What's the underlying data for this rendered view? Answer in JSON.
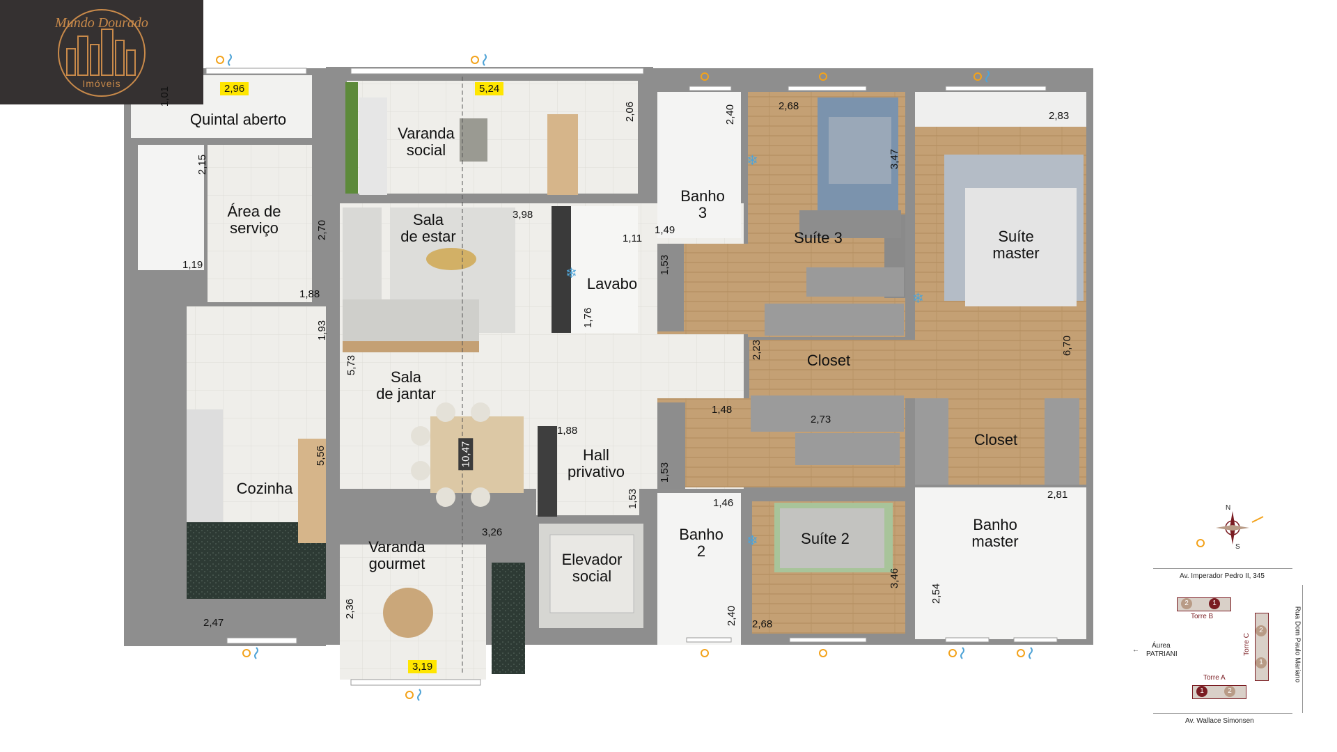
{
  "brand": {
    "name": "Mundo Dourado",
    "sub": "Imóveis",
    "accent": "#c98a4a",
    "bg": "#353131"
  },
  "rooms": {
    "quintal": "Quintal aberto",
    "varanda_social": "Varanda\nsocial",
    "area_servico": "Área de\nserviço",
    "sala_estar": "Sala\nde estar",
    "lavabo": "Lavabo",
    "banho3": "Banho\n3",
    "suite3": "Suíte 3",
    "suite_master": "Suíte\nmaster",
    "closet1": "Closet",
    "closet2": "Closet",
    "sala_jantar": "Sala\nde jantar",
    "cozinha": "Cozinha",
    "hall": "Hall\nprivativo",
    "elevador": "Elevador\nsocial",
    "banho2": "Banho\n2",
    "suite2": "Suíte 2",
    "banho_master": "Banho\nmaster",
    "varanda_gourmet": "Varanda\ngourmet"
  },
  "dims": {
    "d_296": "2,96",
    "d_524": "5,24",
    "d_101": "1,01",
    "d_206": "2,06",
    "d_240a": "2,40",
    "d_268a": "2,68",
    "d_347": "3,47",
    "d_283": "2,83",
    "d_215": "2,15",
    "d_270": "2,70",
    "d_119": "1,19",
    "d_188a": "1,88",
    "d_398": "3,98",
    "d_111": "1,11",
    "d_149": "1,49",
    "d_153a": "1,53",
    "d_176": "1,76",
    "d_193": "1,93",
    "d_573": "5,73",
    "d_223": "2,23",
    "d_670": "6,70",
    "d_148": "1,48",
    "d_273": "2,73",
    "d_556": "5,56",
    "d_1047": "10,47",
    "d_188b": "1,88",
    "d_153b": "1,53",
    "d_153c": "1,53",
    "d_146": "1,46",
    "d_281": "2,81",
    "d_326": "3,26",
    "d_346": "3,46",
    "d_254": "2,54",
    "d_236": "2,36",
    "d_240b": "2,40",
    "d_247": "2,47",
    "d_268b": "2,68",
    "d_319": "3,19"
  },
  "locator": {
    "av_top": "Av. Imperador Pedro II, 345",
    "av_bottom": "Av. Wallace Simonsen",
    "rua_right": "Rua Dom Paulo Mariano",
    "torre_a": "Torre A",
    "torre_b": "Torre B",
    "torre_c": "Torre C",
    "area_l1": "Áurea",
    "area_l2": "PATRIANI",
    "n1": "1",
    "n2": "2",
    "compass_n": "N",
    "compass_s": "S",
    "dark_tower_color": "#7a1c22",
    "light_tower_color": "#b89b86"
  },
  "colors": {
    "wall": "#8c8c8c",
    "wood": "#c9a77a",
    "tile": "#ecebe7",
    "sun": "#f3a21a",
    "wind": "#4fa3d6",
    "highlight": "#ffe600"
  }
}
